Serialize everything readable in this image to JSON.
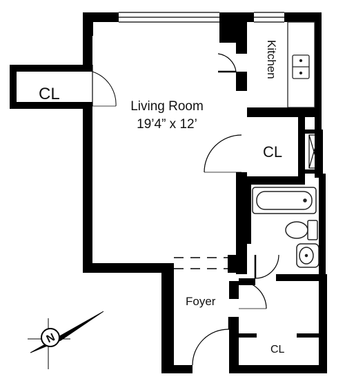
{
  "rooms": {
    "living_name": "Living Room",
    "living_dims": "19’4” x 12’",
    "closet_west": "CL",
    "closet_mid": "CL",
    "closet_south": "CL",
    "kitchen": "Kitchen",
    "foyer": "Foyer"
  },
  "compass": {
    "letter": "N"
  },
  "colors": {
    "wall": "#000000",
    "fixture": "#222222",
    "background": "#ffffff"
  }
}
